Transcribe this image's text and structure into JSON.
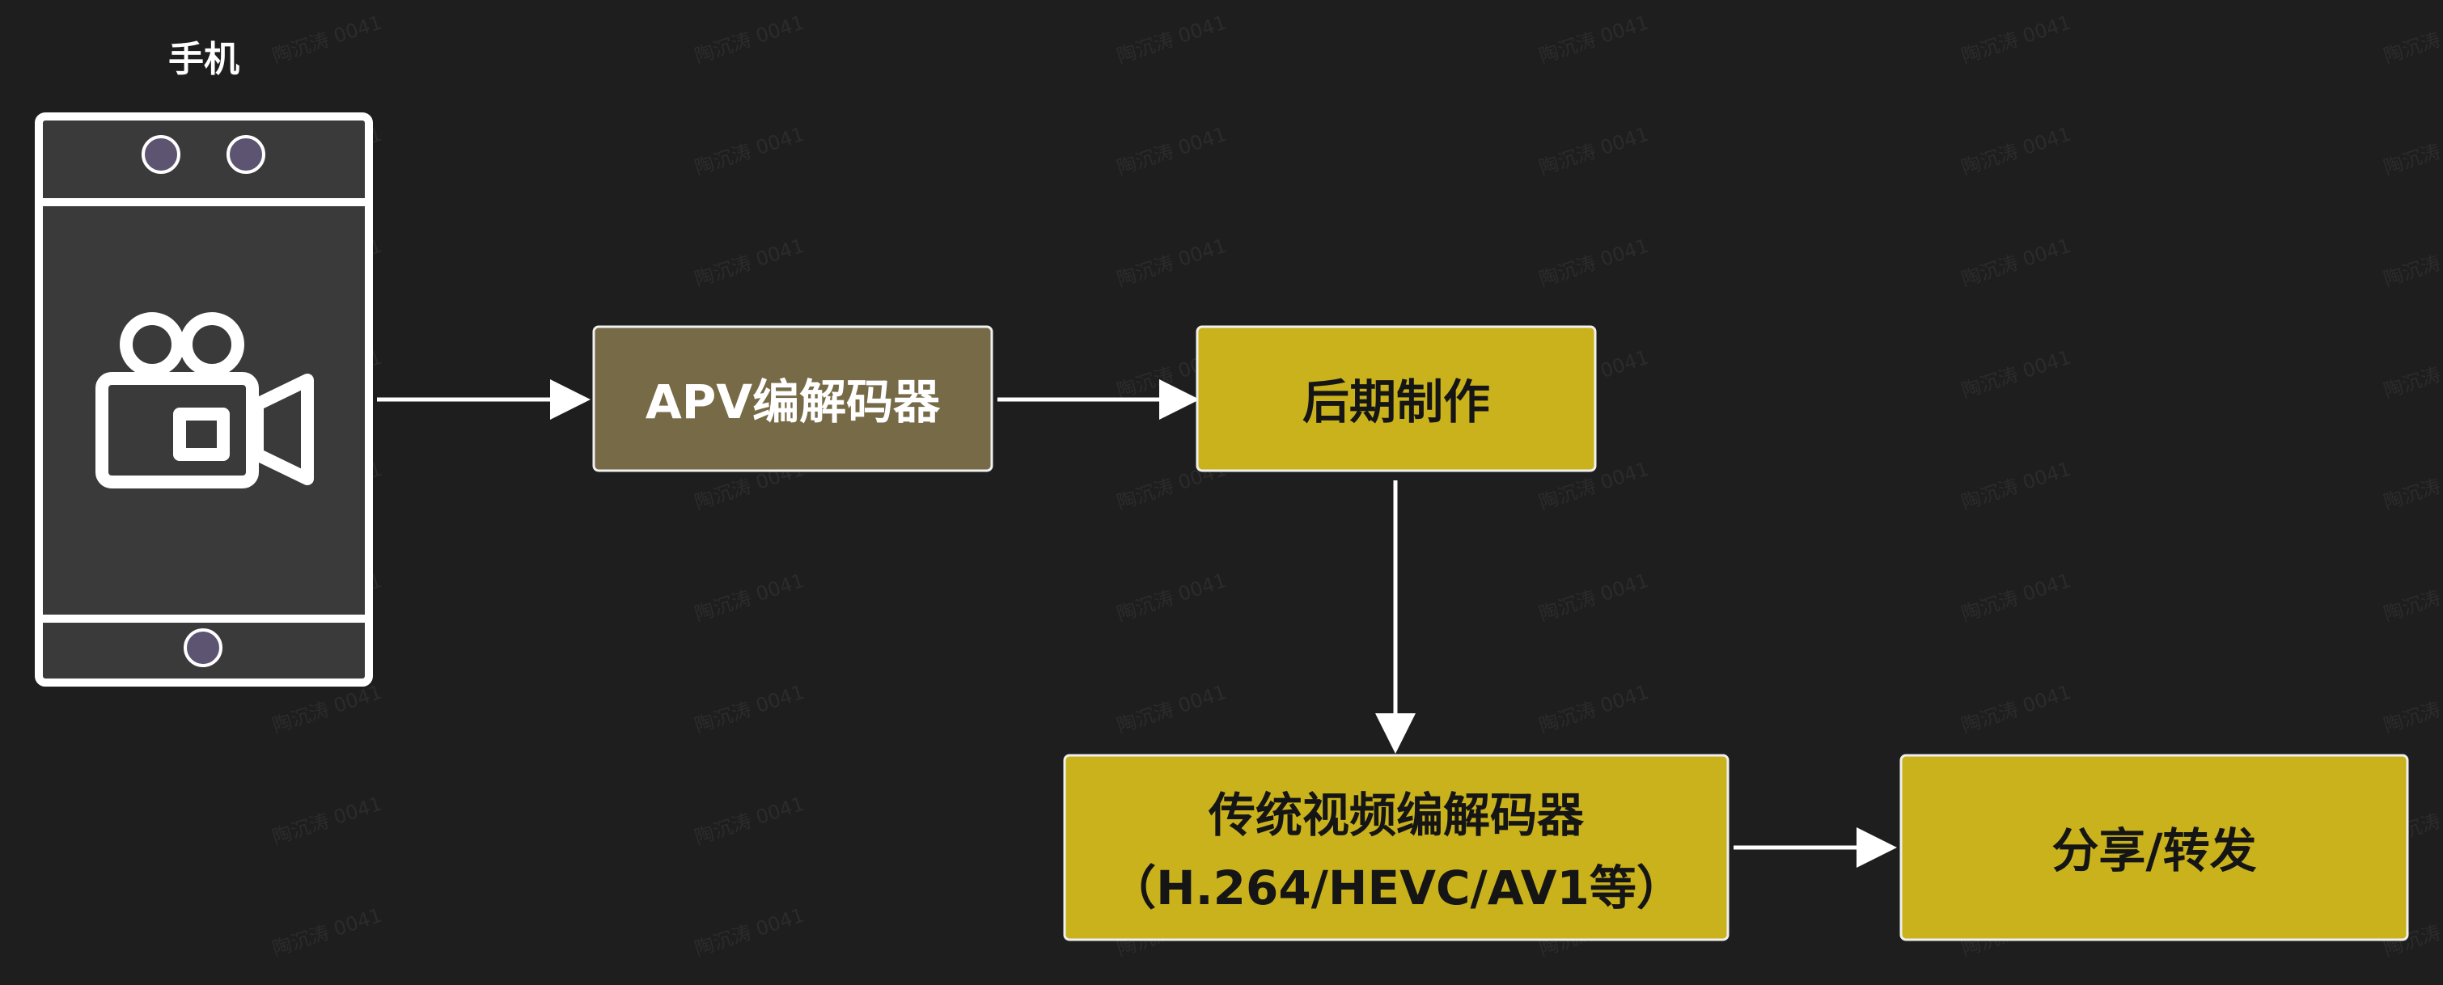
{
  "phone": {
    "label": "手机"
  },
  "nodes": {
    "apv_codec": "APV编解码器",
    "post_production": "后期制作",
    "traditional_codec_line1": "传统视频编解码器",
    "traditional_codec_line2": "（H.264/HEVC/AV1等）",
    "share": "分享/转发"
  },
  "watermark": {
    "text": "陶沉涛 0041"
  },
  "colors": {
    "background": "#1e1e1e",
    "phone_body": "#3a3a3a",
    "phone_outline": "#ffffff",
    "camera_dot": "#5c5470",
    "apv_fill": "#776a47",
    "yellow_fill": "#c9b21c",
    "box_border": "#f0f0f0",
    "text_dark": "#151515",
    "text_light": "#ffffff",
    "arrow": "#ffffff"
  }
}
